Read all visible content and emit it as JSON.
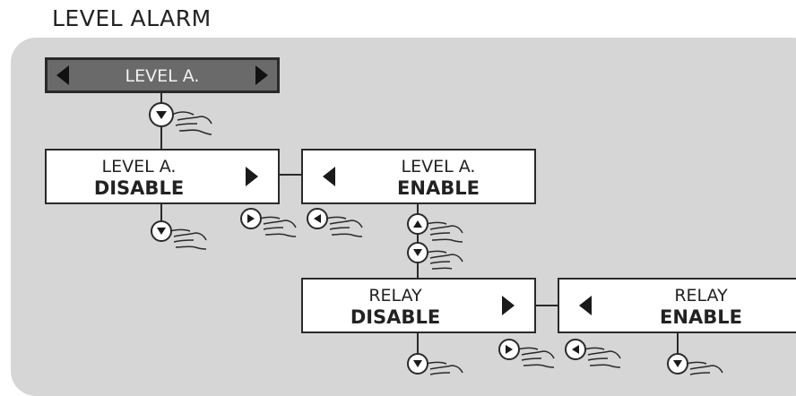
{
  "title": "LEVEL ALARM",
  "header_screen": {
    "label": "LEVEL A."
  },
  "screens": {
    "level_disable": {
      "line1": "LEVEL A.",
      "line2": "DISABLE"
    },
    "level_enable": {
      "line1": "LEVEL A.",
      "line2": "ENABLE"
    },
    "relay_disable": {
      "line1": "RELAY",
      "line2": "DISABLE"
    },
    "relay_enable": {
      "line1": "RELAY",
      "line2": "ENABLE"
    }
  },
  "icons": {
    "down": "down-button-icon",
    "up": "up-button-icon",
    "left": "left-button-icon",
    "right": "right-button-icon",
    "hand": "pointing-hand-icon"
  },
  "colors": {
    "panel": "#d6d6d6",
    "header_screen": "#6a6a6a",
    "screen": "#ffffff",
    "outline": "#2a2a2a"
  }
}
